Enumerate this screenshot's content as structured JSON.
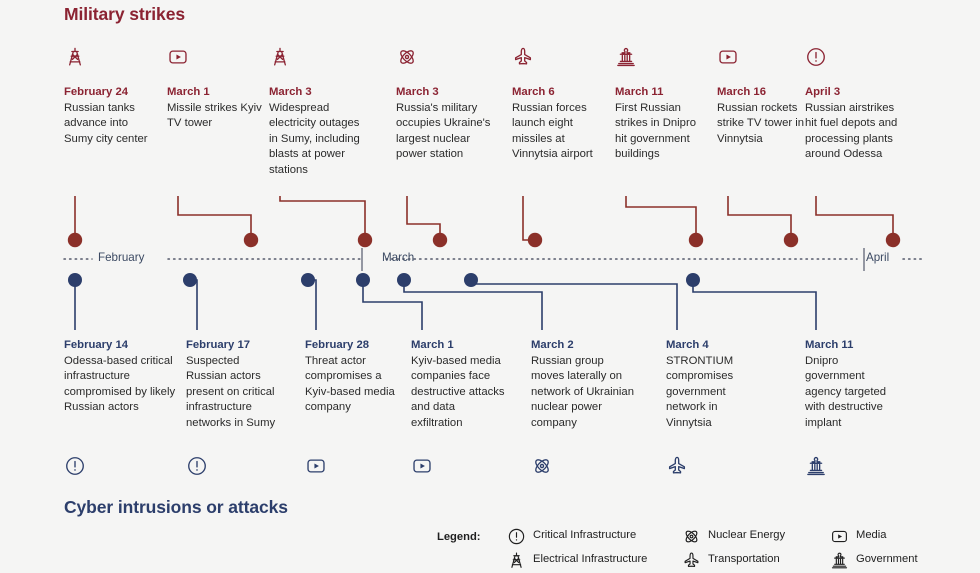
{
  "headings": {
    "military": "Military strikes",
    "cyber": "Cyber intrusions or attacks"
  },
  "colors": {
    "military_red": "#8b2332",
    "cyber_blue": "#2c3e6b",
    "background": "#f5f5f4",
    "dot_red": "#8b3029",
    "dot_blue": "#2c3e6b",
    "axis_dotted": "#55596b",
    "body_text": "#2b2b2b"
  },
  "axis": {
    "months": [
      "February",
      "March",
      "April"
    ],
    "leading_ellipsis": "....",
    "trailing_ellipsis": "..."
  },
  "military_events": [
    {
      "date": "February 24",
      "desc": "Russian tanks advance into Sumy city center",
      "icon": "electrical-infrastructure-icon",
      "category": "Electrical Infrastructure"
    },
    {
      "date": "March 1",
      "desc": "Missile strikes Kyiv TV  tower",
      "icon": "media-icon",
      "category": "Media"
    },
    {
      "date": "March 3",
      "desc": "Widespread electricity outages in Sumy, including blasts at power stations",
      "icon": "electrical-infrastructure-icon",
      "category": "Electrical Infrastructure"
    },
    {
      "date": "March 3",
      "desc": "Russia's military occupies Ukraine's largest nuclear power station",
      "icon": "nuclear-energy-icon",
      "category": "Nuclear Energy"
    },
    {
      "date": "March 6",
      "desc": "Russian forces launch eight missiles at Vinnytsia airport",
      "icon": "transportation-icon",
      "category": "Transportation"
    },
    {
      "date": "March 11",
      "desc": "First Russian strikes in Dnipro hit government buildings",
      "icon": "government-icon",
      "category": "Government"
    },
    {
      "date": "March 16",
      "desc": "Russian rockets strike TV tower in Vinnytsia",
      "icon": "media-icon",
      "category": "Media"
    },
    {
      "date": "April 3",
      "desc": "Russian airstrikes hit fuel depots and processing plants around Odessa",
      "icon": "critical-infrastructure-icon",
      "category": "Critical Infrastructure"
    }
  ],
  "cyber_events": [
    {
      "date": "February 14",
      "desc": "Odessa-based critical infrastructure compromised by likely Russian actors",
      "icon": "critical-infrastructure-icon",
      "category": "Critical Infrastructure"
    },
    {
      "date": "February 17",
      "desc": "Suspected Russian actors present on critical infrastructure networks in Sumy",
      "icon": "critical-infrastructure-icon",
      "category": "Critical Infrastructure"
    },
    {
      "date": "February 28",
      "desc": "Threat actor compromises a Kyiv-based media company",
      "icon": "media-icon",
      "category": "Media"
    },
    {
      "date": "March 1",
      "desc": "Kyiv-based media companies face destructive attacks and data exfiltration",
      "icon": "media-icon",
      "category": "Media"
    },
    {
      "date": "March 2",
      "desc": "Russian group moves laterally on network of Ukrainian nuclear power company",
      "icon": "nuclear-energy-icon",
      "category": "Nuclear Energy"
    },
    {
      "date": "March 4",
      "desc": "STRONTIUM compromises government network in Vinnytsia",
      "icon": "transportation-icon",
      "category": "Transportation"
    },
    {
      "date": "March 11",
      "desc": "Dnipro government agency targeted with destructive implant",
      "icon": "government-icon",
      "category": "Government"
    }
  ],
  "legend": {
    "title": "Legend:",
    "items": [
      {
        "label": "Critical Infrastructure",
        "icon": "critical-infrastructure-icon"
      },
      {
        "label": "Electrical Infrastructure",
        "icon": "electrical-infrastructure-icon"
      },
      {
        "label": "Nuclear Energy",
        "icon": "nuclear-energy-icon"
      },
      {
        "label": "Transportation",
        "icon": "transportation-icon"
      },
      {
        "label": "Media",
        "icon": "media-icon"
      },
      {
        "label": "Government",
        "icon": "government-icon"
      }
    ]
  }
}
